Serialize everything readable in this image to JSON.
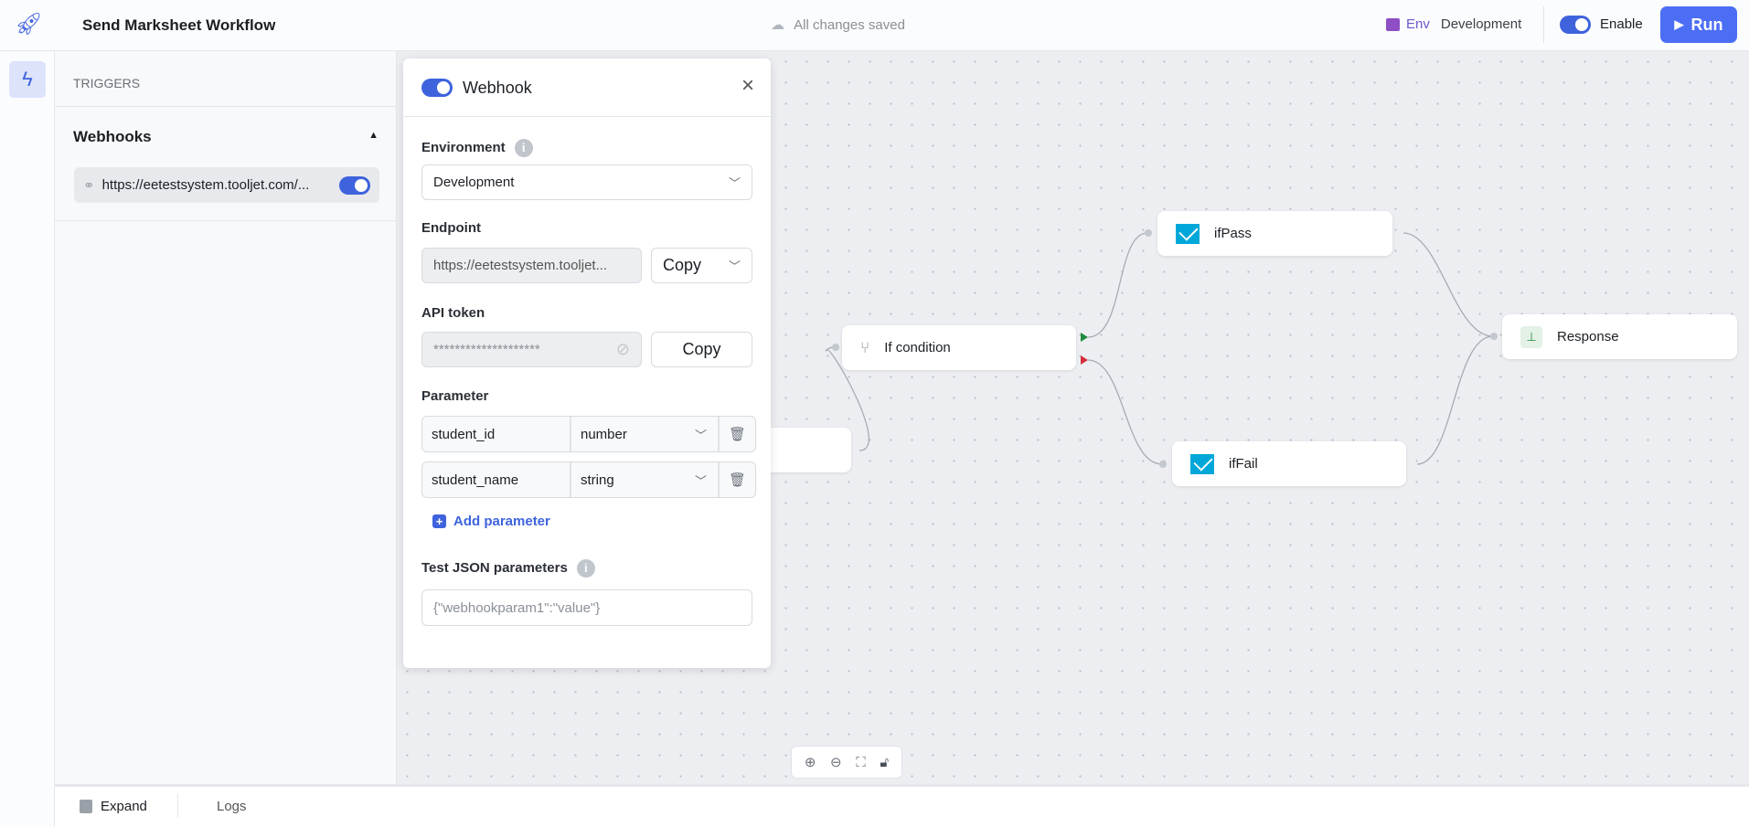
{
  "header": {
    "title": "Send Marksheet Workflow",
    "save_status": "All changes saved",
    "env_label": "Env",
    "env_value": "Development",
    "enable_label": "Enable",
    "run_label": "Run",
    "enabled": true
  },
  "sidebar": {
    "section": "TRIGGERS",
    "group": "Webhooks",
    "items": [
      {
        "url": "https://eetestsystem.tooljet.com/...",
        "enabled": true
      }
    ]
  },
  "panel": {
    "title": "Webhook",
    "enabled": true,
    "environment_label": "Environment",
    "environment_value": "Development",
    "endpoint_label": "Endpoint",
    "endpoint_value": "https://eetestsystem.tooljet...",
    "endpoint_copy": "Copy",
    "token_label": "API token",
    "token_value": "********************",
    "token_copy": "Copy",
    "parameter_label": "Parameter",
    "parameters": [
      {
        "name": "student_id",
        "type": "number"
      },
      {
        "name": "student_name",
        "type": "string"
      }
    ],
    "add_parameter": "Add parameter",
    "test_label": "Test JSON parameters",
    "test_placeholder": "{\"webhookparam1\":\"value\"}"
  },
  "nodes": {
    "if": "If condition",
    "pass": "ifPass",
    "fail": "ifFail",
    "response": "Response"
  },
  "bottom": {
    "expand": "Expand",
    "logs": "Logs"
  },
  "colors": {
    "accent": "#3e63dd",
    "run": "#4c6ef5",
    "mail": "#00a7d8",
    "true_branch": "#1e8a3e",
    "false_branch": "#d32f3a"
  }
}
